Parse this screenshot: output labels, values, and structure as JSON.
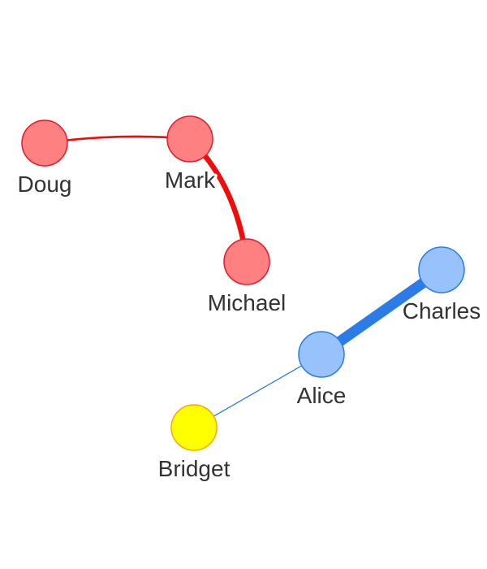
{
  "nodes": [
    {
      "id": "doug",
      "label": "Doug",
      "group": "red"
    },
    {
      "id": "mark",
      "label": "Mark",
      "group": "red"
    },
    {
      "id": "michael",
      "label": "Michael",
      "group": "red"
    },
    {
      "id": "charles",
      "label": "Charles",
      "group": "blue"
    },
    {
      "id": "alice",
      "label": "Alice",
      "group": "blue"
    },
    {
      "id": "bridget",
      "label": "Bridget",
      "group": "yellow"
    }
  ],
  "edges": [
    {
      "from": "doug",
      "to": "mark",
      "color": "red",
      "weight": 2
    },
    {
      "from": "mark",
      "to": "michael",
      "color": "red",
      "weight": 5
    },
    {
      "from": "alice",
      "to": "charles",
      "color": "blue",
      "weight": 10
    },
    {
      "from": "alice",
      "to": "bridget",
      "color": "blue",
      "weight": 1
    }
  ],
  "colors": {
    "red": {
      "fill": "#ff8080",
      "stroke": "#e8192c",
      "edge": "#f20b0b"
    },
    "blue": {
      "fill": "#97c2fc",
      "stroke": "#2b7ce9",
      "edge": "#2b7ce9"
    },
    "yellow": {
      "fill": "#ffff00",
      "stroke": "#ffa500",
      "edge": "#ffa500"
    }
  }
}
